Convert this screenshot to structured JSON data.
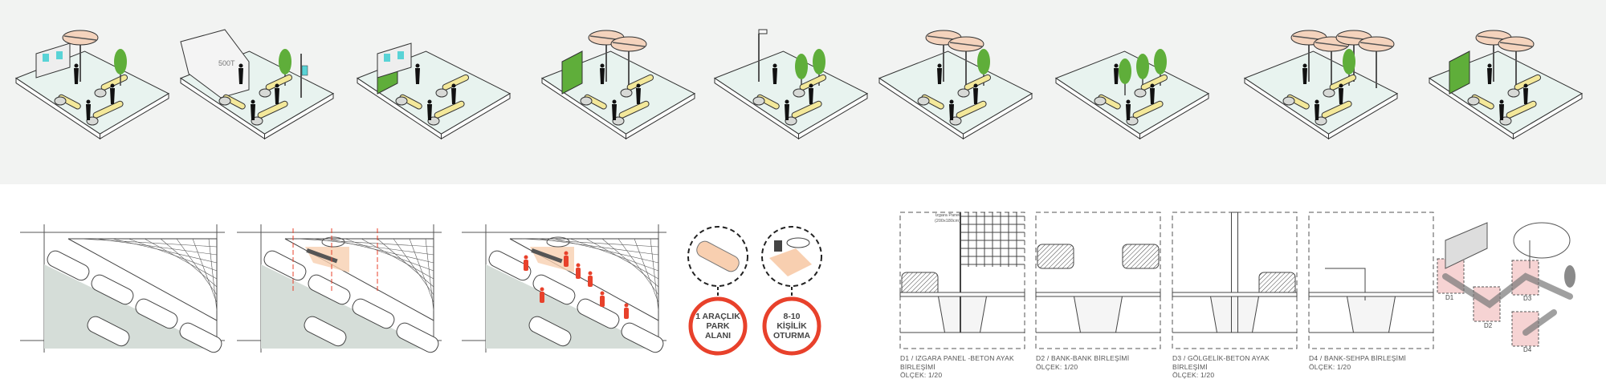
{
  "colors": {
    "band": "#f2f3f2",
    "platform": "#e8f3ef",
    "bench": "#f3e89a",
    "canopy": "#f4d3bd",
    "green": "#5fae3a",
    "screen": "#59d3d6",
    "accent": "#e8412b",
    "road": "#d5ddd8",
    "highlight": "#f8cfb0",
    "detail_zone": "#f6d3d3"
  },
  "top_panels": [
    {
      "features": [
        "screen-panel",
        "umbrella",
        "benches",
        "tree",
        "people"
      ]
    },
    {
      "features": [
        "kiosk",
        "tree",
        "signpost",
        "benches",
        "people"
      ],
      "kiosk_text": "500T"
    },
    {
      "features": [
        "green-wall",
        "benches",
        "screen-panel",
        "people"
      ]
    },
    {
      "features": [
        "green-wall",
        "umbrella",
        "umbrella",
        "benches",
        "people"
      ]
    },
    {
      "features": [
        "lamp",
        "tree",
        "tree",
        "benches",
        "people"
      ]
    },
    {
      "features": [
        "umbrella",
        "umbrella",
        "tree",
        "benches",
        "people"
      ]
    },
    {
      "features": [
        "tree",
        "tree",
        "tree",
        "benches",
        "people"
      ]
    },
    {
      "features": [
        "umbrella",
        "umbrella",
        "umbrella",
        "umbrella",
        "tree",
        "benches",
        "people"
      ]
    },
    {
      "features": [
        "umbrella",
        "umbrella",
        "green-wall",
        "benches",
        "people"
      ]
    }
  ],
  "street_sketches": [
    {
      "stage": "existing"
    },
    {
      "stage": "proposal"
    },
    {
      "stage": "in-use"
    }
  ],
  "callouts": [
    {
      "text": "1 ARAÇLIK PARK ALANI",
      "lines": [
        "1 ARAÇLIK",
        "PARK",
        "ALANI"
      ]
    },
    {
      "text": "8-10 KİŞİLİK OTURMA",
      "lines": [
        "8-10",
        "KİŞİLİK",
        "OTURMA"
      ]
    }
  ],
  "details": [
    {
      "title_lines": [
        "D1 / IZGARA PANEL -BETON AYAK",
        "BİRLEŞİMİ"
      ],
      "scale": "ÖLÇEK: 1/20",
      "note_lines": [
        "Izgara Panel",
        "(200x180cm)"
      ]
    },
    {
      "title_lines": [
        "D2 / BANK-BANK BİRLEŞİMİ"
      ],
      "scale": "ÖLÇEK: 1/20"
    },
    {
      "title_lines": [
        "D3 / GÖLGELİK-BETON AYAK",
        "BİRLEŞİMİ"
      ],
      "scale": "ÖLÇEK: 1/20"
    },
    {
      "title_lines": [
        "D4 / BANK-SEHPA BİRLEŞİMİ"
      ],
      "scale": "ÖLÇEK: 1/20"
    }
  ],
  "axon_labels": [
    "D1",
    "D2",
    "D3",
    "D4"
  ]
}
